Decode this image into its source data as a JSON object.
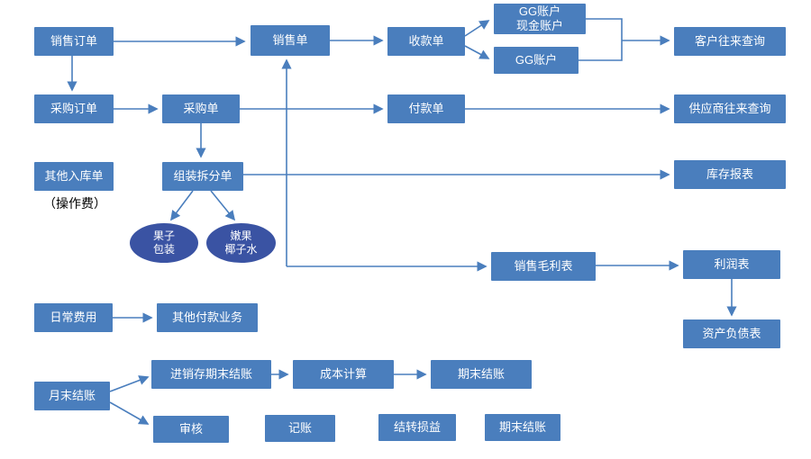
{
  "diagram": {
    "colors": {
      "box_fill": "#4a7ebd",
      "ellipse_fill": "#3a53a3",
      "connector": "#4a7ebd",
      "text": "#ffffff",
      "note_text": "#000000"
    },
    "nodes": {
      "sales_order": {
        "label": "销售订单"
      },
      "sales_slip": {
        "label": "销售单"
      },
      "receipt_slip": {
        "label": "收款单"
      },
      "gg_cash_account": {
        "label": "GG账户\n现金账户"
      },
      "gg_account": {
        "label": "GG账户"
      },
      "customer_query": {
        "label": "客户往来查询"
      },
      "purchase_order": {
        "label": "采购订单"
      },
      "purchase_slip": {
        "label": "采购单"
      },
      "payment_slip": {
        "label": "付款单"
      },
      "supplier_query": {
        "label": "供应商往来查询"
      },
      "other_inbound": {
        "label": "其他入库单"
      },
      "operation_fee_note": {
        "label": "（操作费）"
      },
      "assembly_split": {
        "label": "组装拆分单"
      },
      "inventory_report": {
        "label": "库存报表"
      },
      "fruit_packaging": {
        "label": "果子\n包装"
      },
      "coconut_water": {
        "label": "嫩果\n椰子水"
      },
      "gross_profit_report": {
        "label": "销售毛利表"
      },
      "profit_statement": {
        "label": "利润表"
      },
      "balance_sheet": {
        "label": "资产负债表"
      },
      "daily_expense": {
        "label": "日常费用"
      },
      "other_payment": {
        "label": "其他付款业务"
      },
      "inventory_period_closing": {
        "label": "进销存期末结账"
      },
      "cost_calculation": {
        "label": "成本计算"
      },
      "period_closing_top": {
        "label": "期末结账"
      },
      "month_end_closing": {
        "label": "月末结账"
      },
      "audit": {
        "label": "审核"
      },
      "bookkeeping": {
        "label": "记账"
      },
      "pl_carryover": {
        "label": "结转损益"
      },
      "period_closing_bottom": {
        "label": "期末结账"
      }
    }
  }
}
